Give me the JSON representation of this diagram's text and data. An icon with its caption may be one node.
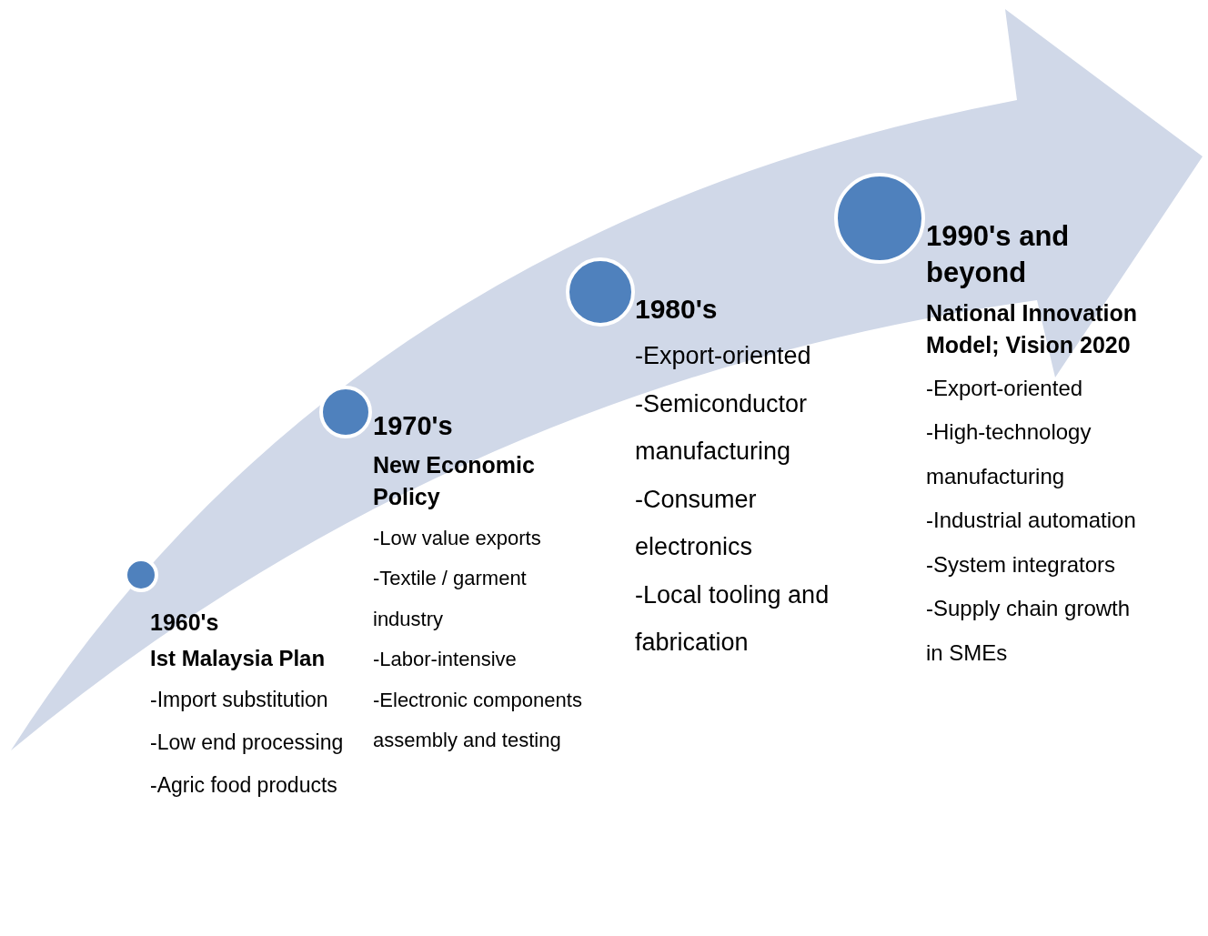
{
  "diagram": {
    "nodes": [
      {
        "text": [],
        "shape": "circle",
        "beside": [
          "1960's",
          "Ist Malaysia Plan",
          "-Import substitution",
          "-Low end processing",
          "-Agric food products"
        ]
      },
      {
        "text": [],
        "shape": "circle",
        "beside": [
          "1970's",
          "New Economic Policy",
          "-Low value exports",
          "-Textile / garment industry",
          "-Labor-intensive",
          "-Electronic components assembly and testing"
        ]
      },
      {
        "text": [],
        "shape": "circle",
        "beside": [
          "1980's",
          "-Export-oriented",
          "-Semiconductor manufacturing",
          "-Consumer electronics",
          "-Local tooling and fabrication"
        ]
      },
      {
        "text": [],
        "shape": "circle",
        "beside": [
          "1990's and beyond",
          "National Innovation Model; Vision 2020",
          "-Export-oriented",
          "-High-technology manufacturing",
          "-Industrial automation",
          "-System integrators",
          "-Supply chain growth in SMEs"
        ]
      }
    ]
  }
}
